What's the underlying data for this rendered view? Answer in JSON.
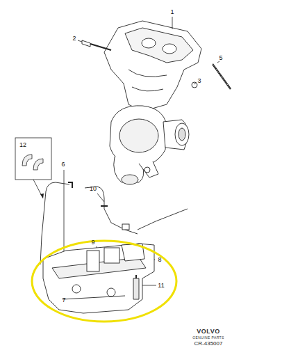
{
  "diagram": {
    "labels": [
      "1",
      "2",
      "5",
      "3",
      "12",
      "6",
      "10",
      "9",
      "8",
      "11",
      "7",
      "VOLVO",
      "GENUINE PARTS",
      "CR-435007"
    ]
  }
}
